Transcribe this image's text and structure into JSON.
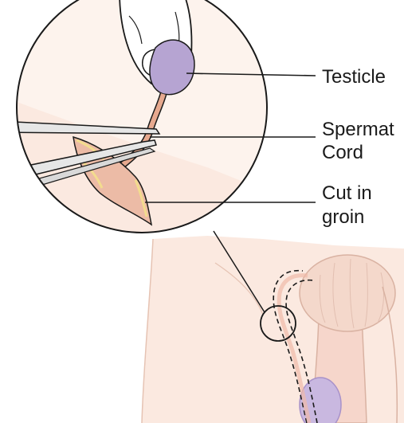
{
  "labels": {
    "testicle": "Testicle",
    "spermatic_cord_line1": "Spermat",
    "spermatic_cord_line2": "Cord",
    "cut_line1": "Cut in",
    "cut_line2": "groin"
  },
  "colors": {
    "skin": "#fbe9e0",
    "skin_edge": "#e6c3b3",
    "testicle_purple": "#b6a4d2",
    "incision_pink": "#ecbba6",
    "tissue_yellow": "#f3dc8e",
    "instrument_gray": "#d9d9d9",
    "outline": "#1a1a1a"
  },
  "icons": [
    "magnifier-circle",
    "forceps",
    "glove-finger"
  ]
}
